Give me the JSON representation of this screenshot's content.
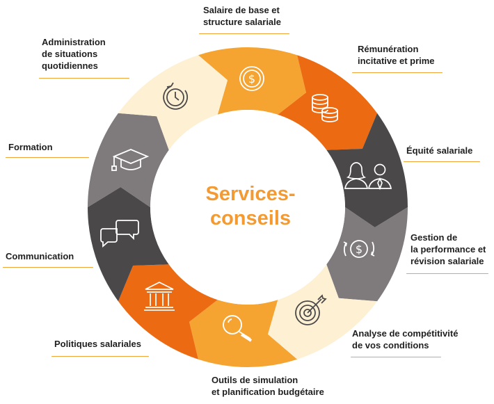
{
  "center": {
    "line1": "Services-",
    "line2": "conseils"
  },
  "segments": [
    {
      "id": "salaire-base",
      "line1": "Salaire de base et",
      "line2": "structure salariale",
      "color": "#f5a331",
      "icon": "dollar-coin-icon"
    },
    {
      "id": "remuneration",
      "line1": "Rémunération",
      "line2": "incitative et prime",
      "color": "#ec6a12",
      "icon": "coin-stack-icon"
    },
    {
      "id": "equite",
      "line1": "Équité salariale",
      "color": "#4b4849",
      "icon": "woman-man-icon"
    },
    {
      "id": "performance",
      "line1": "Gestion de",
      "line2": "la performance et",
      "line3": "révision salariale",
      "color": "#7f7b7c",
      "icon": "dollar-cycle-icon"
    },
    {
      "id": "competitivite",
      "line1": "Analyse de compétitivité",
      "line2": "de vos conditions",
      "color": "#fdf0d3",
      "icon": "target-arrow-icon"
    },
    {
      "id": "outils",
      "line1": "Outils de simulation",
      "line2": "et planification budgétaire",
      "color": "#f5a331",
      "icon": "magnifier-icon"
    },
    {
      "id": "politiques",
      "line1": "Politiques salariales",
      "color": "#ec6a12",
      "icon": "bank-building-icon"
    },
    {
      "id": "communication",
      "line1": "Communication",
      "color": "#4b4849",
      "icon": "speech-bubbles-icon"
    },
    {
      "id": "formation",
      "line1": "Formation",
      "color": "#7f7b7c",
      "icon": "graduation-cap-icon"
    },
    {
      "id": "administration",
      "line1": "Administration",
      "line2": "de situations",
      "line3": "quotidiennes",
      "color": "#fdf0d3",
      "icon": "clock-icon"
    }
  ],
  "colors": {
    "accent": "#f39a33",
    "underline": "#f0a437",
    "text": "#1f1f1f"
  }
}
